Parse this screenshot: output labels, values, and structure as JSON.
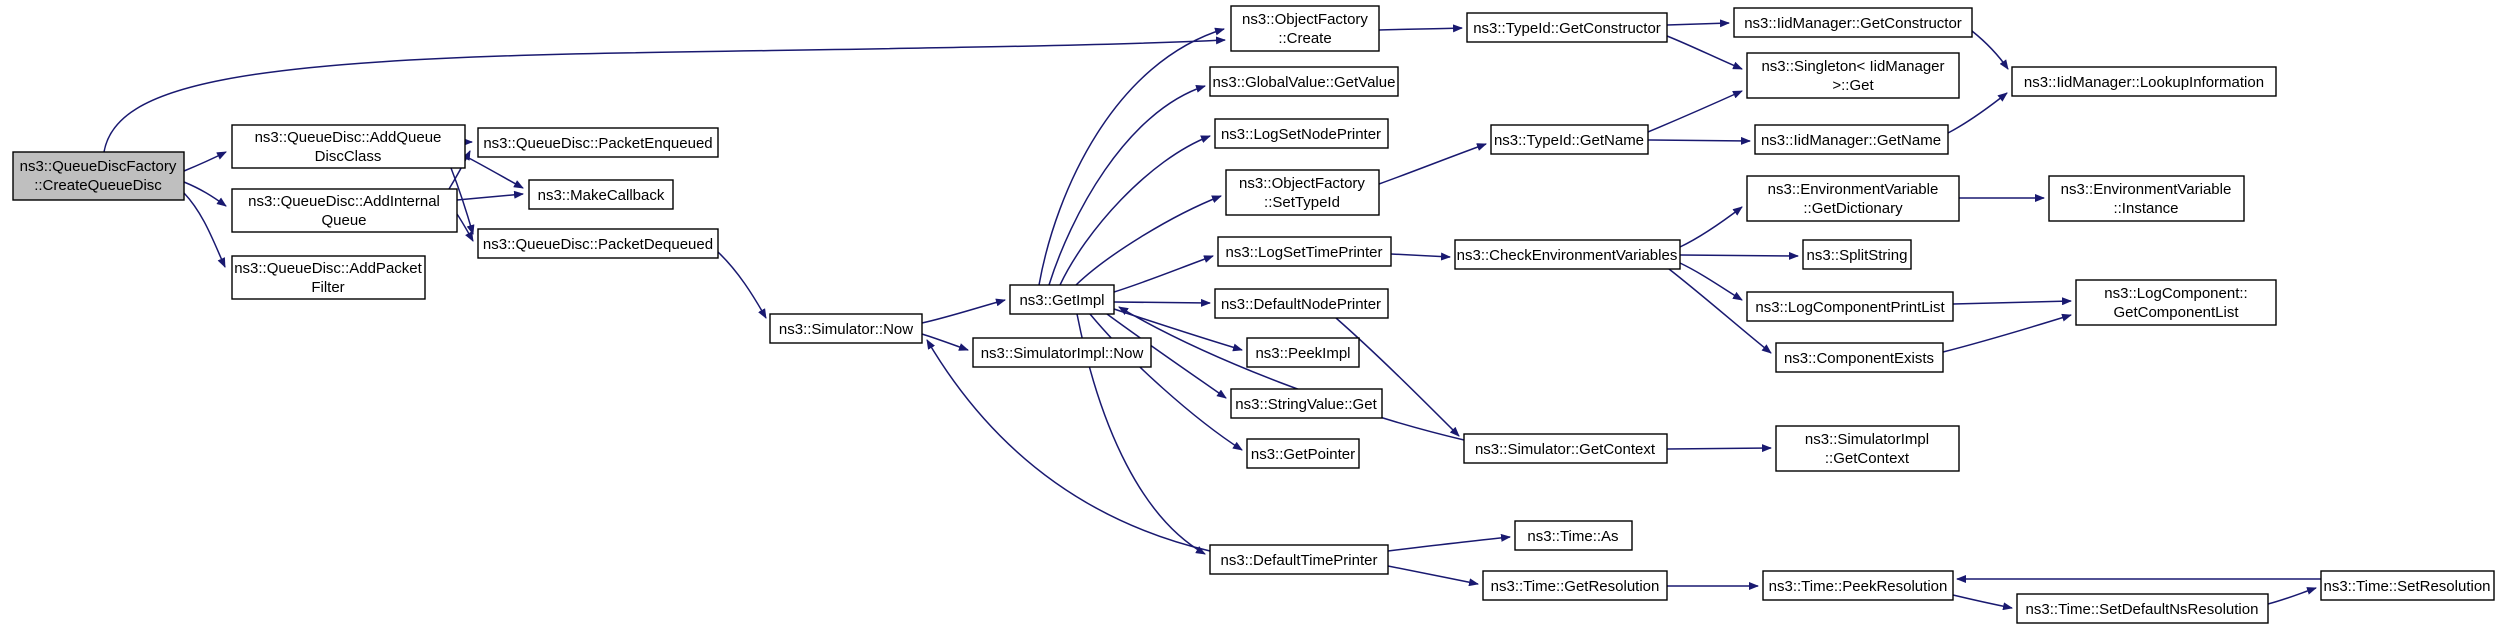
{
  "graph": {
    "kind": "doxygen-call-graph",
    "colors": {
      "edge": "#191970",
      "nodeBorder": "#000000",
      "nodeFill": "#ffffff",
      "rootFill": "#bfbfbf",
      "text": "#000000",
      "background": "#ffffff"
    },
    "nodes": [
      {
        "id": "createQueueDisc",
        "name": "ns3::QueueDiscFactory::CreateQueueDisc",
        "lines": [
          "ns3::QueueDiscFactory",
          "::CreateQueueDisc"
        ],
        "root": true
      },
      {
        "id": "addQueueDiscClass",
        "name": "ns3::QueueDisc::AddQueueDiscClass",
        "lines": [
          "ns3::QueueDisc::AddQueue",
          "DiscClass"
        ]
      },
      {
        "id": "addInternalQueue",
        "name": "ns3::QueueDisc::AddInternalQueue",
        "lines": [
          "ns3::QueueDisc::AddInternal",
          "Queue"
        ]
      },
      {
        "id": "addPacketFilter",
        "name": "ns3::QueueDisc::AddPacketFilter",
        "lines": [
          "ns3::QueueDisc::AddPacket",
          "Filter"
        ]
      },
      {
        "id": "packetEnqueued",
        "name": "ns3::QueueDisc::PacketEnqueued",
        "lines": [
          "ns3::QueueDisc::PacketEnqueued"
        ]
      },
      {
        "id": "makeCallback",
        "name": "ns3::MakeCallback",
        "lines": [
          "ns3::MakeCallback"
        ]
      },
      {
        "id": "packetDequeued",
        "name": "ns3::QueueDisc::PacketDequeued",
        "lines": [
          "ns3::QueueDisc::PacketDequeued"
        ]
      },
      {
        "id": "simulatorNow",
        "name": "ns3::Simulator::Now",
        "lines": [
          "ns3::Simulator::Now"
        ]
      },
      {
        "id": "getImpl",
        "name": "ns3::GetImpl",
        "lines": [
          "ns3::GetImpl"
        ]
      },
      {
        "id": "simulatorImplNow",
        "name": "ns3::SimulatorImpl::Now",
        "lines": [
          "ns3::SimulatorImpl::Now"
        ]
      },
      {
        "id": "objectFactoryCreate",
        "name": "ns3::ObjectFactory::Create",
        "lines": [
          "ns3::ObjectFactory",
          "::Create"
        ]
      },
      {
        "id": "globalValueGetValue",
        "name": "ns3::GlobalValue::GetValue",
        "lines": [
          "ns3::GlobalValue::GetValue"
        ]
      },
      {
        "id": "logSetNodePrinter",
        "name": "ns3::LogSetNodePrinter",
        "lines": [
          "ns3::LogSetNodePrinter"
        ]
      },
      {
        "id": "objectFactorySetTypeId",
        "name": "ns3::ObjectFactory::SetTypeId",
        "lines": [
          "ns3::ObjectFactory",
          "::SetTypeId"
        ]
      },
      {
        "id": "logSetTimePrinter",
        "name": "ns3::LogSetTimePrinter",
        "lines": [
          "ns3::LogSetTimePrinter"
        ]
      },
      {
        "id": "defaultNodePrinter",
        "name": "ns3::DefaultNodePrinter",
        "lines": [
          "ns3::DefaultNodePrinter"
        ]
      },
      {
        "id": "peekImpl",
        "name": "ns3::PeekImpl",
        "lines": [
          "ns3::PeekImpl"
        ]
      },
      {
        "id": "stringValueGet",
        "name": "ns3::StringValue::Get",
        "lines": [
          "ns3::StringValue::Get"
        ]
      },
      {
        "id": "getPointer",
        "name": "ns3::GetPointer",
        "lines": [
          "ns3::GetPointer"
        ]
      },
      {
        "id": "typeIdGetConstructor",
        "name": "ns3::TypeId::GetConstructor",
        "lines": [
          "ns3::TypeId::GetConstructor"
        ]
      },
      {
        "id": "typeIdGetName",
        "name": "ns3::TypeId::GetName",
        "lines": [
          "ns3::TypeId::GetName"
        ]
      },
      {
        "id": "iidManagerGetConstructor",
        "name": "ns3::IidManager::GetConstructor",
        "lines": [
          "ns3::IidManager::GetConstructor"
        ]
      },
      {
        "id": "singletonIidManagerGet",
        "name": "ns3::Singleton< IidManager >::Get",
        "lines": [
          "ns3::Singleton< IidManager",
          ">::Get"
        ]
      },
      {
        "id": "iidManagerGetName",
        "name": "ns3::IidManager::GetName",
        "lines": [
          "ns3::IidManager::GetName"
        ]
      },
      {
        "id": "iidManagerLookupInformation",
        "name": "ns3::IidManager::LookupInformation",
        "lines": [
          "ns3::IidManager::LookupInformation"
        ]
      },
      {
        "id": "envVarGetDictionary",
        "name": "ns3::EnvironmentVariable::GetDictionary",
        "lines": [
          "ns3::EnvironmentVariable",
          "::GetDictionary"
        ]
      },
      {
        "id": "envVarInstance",
        "name": "ns3::EnvironmentVariable::Instance",
        "lines": [
          "ns3::EnvironmentVariable",
          "::Instance"
        ]
      },
      {
        "id": "checkEnvironmentVariables",
        "name": "ns3::CheckEnvironmentVariables",
        "lines": [
          "ns3::CheckEnvironmentVariables"
        ]
      },
      {
        "id": "splitString",
        "name": "ns3::SplitString",
        "lines": [
          "ns3::SplitString"
        ]
      },
      {
        "id": "logComponentPrintList",
        "name": "ns3::LogComponentPrintList",
        "lines": [
          "ns3::LogComponentPrintList"
        ]
      },
      {
        "id": "logComponentGetComponentList",
        "name": "ns3::LogComponent::GetComponentList",
        "lines": [
          "ns3::LogComponent::",
          "GetComponentList"
        ]
      },
      {
        "id": "componentExists",
        "name": "ns3::ComponentExists",
        "lines": [
          "ns3::ComponentExists"
        ]
      },
      {
        "id": "simulatorGetContext",
        "name": "ns3::Simulator::GetContext",
        "lines": [
          "ns3::Simulator::GetContext"
        ]
      },
      {
        "id": "simulatorImplGetContext",
        "name": "ns3::SimulatorImpl::GetContext",
        "lines": [
          "ns3::SimulatorImpl",
          "::GetContext"
        ]
      },
      {
        "id": "timeAs",
        "name": "ns3::Time::As",
        "lines": [
          "ns3::Time::As"
        ]
      },
      {
        "id": "defaultTimePrinter",
        "name": "ns3::DefaultTimePrinter",
        "lines": [
          "ns3::DefaultTimePrinter"
        ]
      },
      {
        "id": "timeGetResolution",
        "name": "ns3::Time::GetResolution",
        "lines": [
          "ns3::Time::GetResolution"
        ]
      },
      {
        "id": "timePeekResolution",
        "name": "ns3::Time::PeekResolution",
        "lines": [
          "ns3::Time::PeekResolution"
        ]
      },
      {
        "id": "timeSetResolution",
        "name": "ns3::Time::SetResolution",
        "lines": [
          "ns3::Time::SetResolution"
        ]
      },
      {
        "id": "timeSetDefaultNsResolution",
        "name": "ns3::Time::SetDefaultNsResolution",
        "lines": [
          "ns3::Time::SetDefaultNsResolution"
        ]
      }
    ],
    "edges": [
      {
        "from": "createQueueDisc",
        "to": "addQueueDiscClass"
      },
      {
        "from": "createQueueDisc",
        "to": "addInternalQueue"
      },
      {
        "from": "createQueueDisc",
        "to": "addPacketFilter"
      },
      {
        "from": "createQueueDisc",
        "to": "objectFactoryCreate"
      },
      {
        "from": "addQueueDiscClass",
        "to": "packetEnqueued"
      },
      {
        "from": "addQueueDiscClass",
        "to": "makeCallback"
      },
      {
        "from": "addQueueDiscClass",
        "to": "packetDequeued"
      },
      {
        "from": "addInternalQueue",
        "to": "packetEnqueued"
      },
      {
        "from": "addInternalQueue",
        "to": "makeCallback"
      },
      {
        "from": "addInternalQueue",
        "to": "packetDequeued"
      },
      {
        "from": "packetDequeued",
        "to": "simulatorNow"
      },
      {
        "from": "simulatorNow",
        "to": "getImpl"
      },
      {
        "from": "simulatorNow",
        "to": "simulatorImplNow"
      },
      {
        "from": "getImpl",
        "to": "objectFactoryCreate"
      },
      {
        "from": "getImpl",
        "to": "globalValueGetValue"
      },
      {
        "from": "getImpl",
        "to": "logSetNodePrinter"
      },
      {
        "from": "getImpl",
        "to": "objectFactorySetTypeId"
      },
      {
        "from": "getImpl",
        "to": "logSetTimePrinter"
      },
      {
        "from": "getImpl",
        "to": "defaultNodePrinter"
      },
      {
        "from": "getImpl",
        "to": "peekImpl"
      },
      {
        "from": "getImpl",
        "to": "stringValueGet"
      },
      {
        "from": "getImpl",
        "to": "getPointer"
      },
      {
        "from": "getImpl",
        "to": "defaultTimePrinter"
      },
      {
        "from": "objectFactoryCreate",
        "to": "typeIdGetConstructor"
      },
      {
        "from": "typeIdGetConstructor",
        "to": "iidManagerGetConstructor"
      },
      {
        "from": "typeIdGetConstructor",
        "to": "singletonIidManagerGet"
      },
      {
        "from": "objectFactorySetTypeId",
        "to": "typeIdGetName"
      },
      {
        "from": "typeIdGetName",
        "to": "singletonIidManagerGet"
      },
      {
        "from": "typeIdGetName",
        "to": "iidManagerGetName"
      },
      {
        "from": "iidManagerGetConstructor",
        "to": "iidManagerLookupInformation"
      },
      {
        "from": "iidManagerGetName",
        "to": "iidManagerLookupInformation"
      },
      {
        "from": "logSetTimePrinter",
        "to": "checkEnvironmentVariables"
      },
      {
        "from": "checkEnvironmentVariables",
        "to": "envVarGetDictionary"
      },
      {
        "from": "checkEnvironmentVariables",
        "to": "splitString"
      },
      {
        "from": "checkEnvironmentVariables",
        "to": "logComponentPrintList"
      },
      {
        "from": "checkEnvironmentVariables",
        "to": "componentExists"
      },
      {
        "from": "envVarGetDictionary",
        "to": "envVarInstance"
      },
      {
        "from": "logComponentPrintList",
        "to": "logComponentGetComponentList"
      },
      {
        "from": "componentExists",
        "to": "logComponentGetComponentList"
      },
      {
        "from": "defaultNodePrinter",
        "to": "simulatorGetContext"
      },
      {
        "from": "simulatorGetContext",
        "to": "simulatorImplGetContext"
      },
      {
        "from": "simulatorGetContext",
        "to": "getImpl"
      },
      {
        "from": "defaultTimePrinter",
        "to": "simulatorNow"
      },
      {
        "from": "defaultTimePrinter",
        "to": "timeAs"
      },
      {
        "from": "defaultTimePrinter",
        "to": "timeGetResolution"
      },
      {
        "from": "timeGetResolution",
        "to": "timePeekResolution"
      },
      {
        "from": "timePeekResolution",
        "to": "timeSetDefaultNsResolution"
      },
      {
        "from": "timeSetDefaultNsResolution",
        "to": "timeSetResolution"
      },
      {
        "from": "timeSetResolution",
        "to": "timePeekResolution"
      }
    ]
  }
}
